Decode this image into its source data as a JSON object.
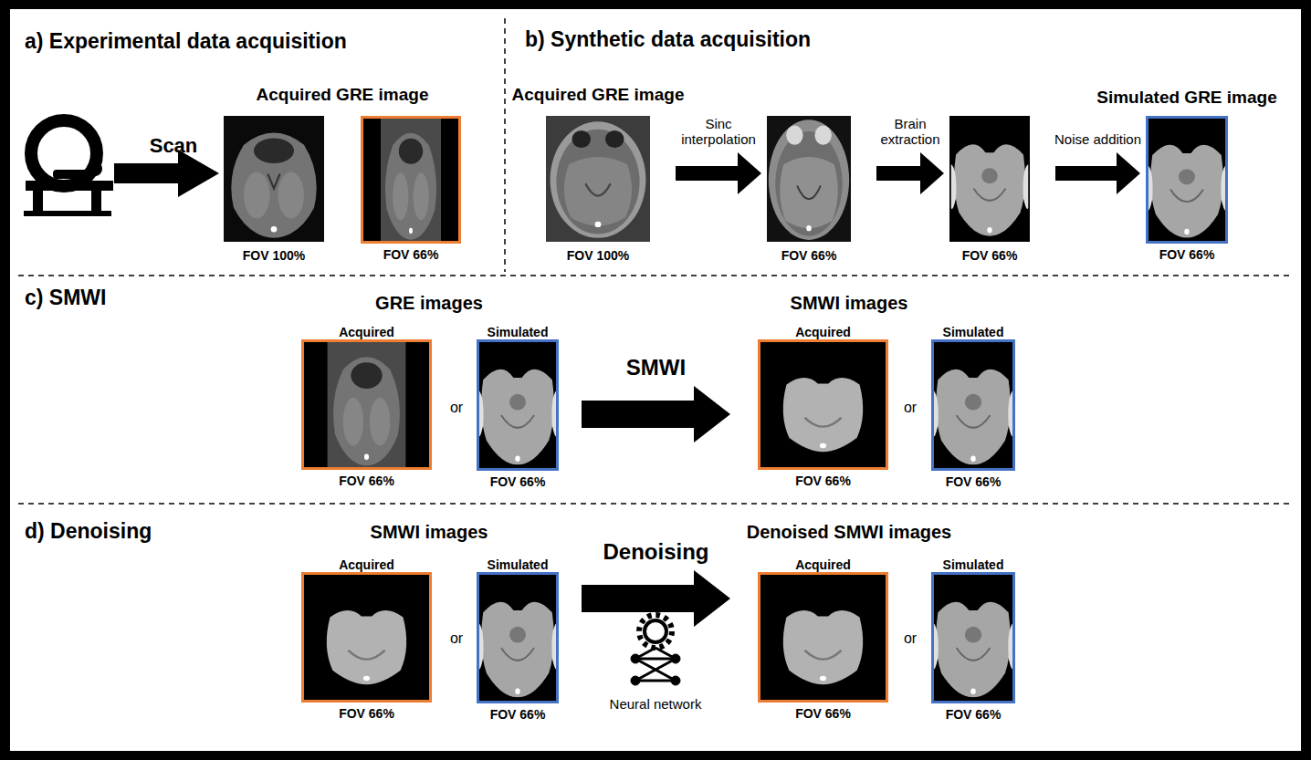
{
  "diagram": {
    "nodes": [
      {
        "text": [
          "FOV 100%"
        ]
      },
      {
        "text": [
          "FOV 66%"
        ]
      },
      {
        "text": [
          "Acquired GRE image",
          "FOV 100%"
        ]
      },
      {
        "text": [
          "FOV 66%"
        ]
      },
      {
        "text": [
          "FOV 66%"
        ]
      },
      {
        "text": [
          "Simulated GRE image",
          "FOV 66%"
        ]
      },
      {
        "text": [
          "Acquired",
          "FOV 66%"
        ]
      },
      {
        "text": [
          "Simulated",
          "FOV 66%"
        ]
      },
      {
        "text": [
          "Acquired",
          "FOV 66%"
        ]
      },
      {
        "text": [
          "Simulated",
          "FOV 66%"
        ]
      },
      {
        "text": [
          "Acquired",
          "FOV 66%"
        ]
      },
      {
        "text": [
          "Simulated",
          "FOV 66%"
        ]
      },
      {
        "text": [
          "Acquired",
          "FOV 66%"
        ]
      },
      {
        "text": [
          "Simulated",
          "FOV 66%"
        ]
      }
    ],
    "edges": [
      {
        "from": 2,
        "to": 3,
        "arrow": "to",
        "label": "Sinc interpolation"
      },
      {
        "from": 3,
        "to": 4,
        "arrow": "to",
        "label": "Brain extraction"
      },
      {
        "from": 4,
        "to": 5,
        "arrow": "to",
        "label": "Noise addition"
      },
      {
        "from": 7,
        "to": 8,
        "arrow": "to",
        "label": "SMWI"
      },
      {
        "from": 11,
        "to": 12,
        "arrow": "to",
        "label": "Denoising"
      }
    ],
    "labels": [
      "a) Experimental data acquisition",
      "Scan",
      "Acquired GRE image",
      "b) Synthetic data acquisition",
      "c) SMWI",
      "GRE images",
      "or",
      "SMWI images",
      "or",
      "d) Denoising",
      "SMWI images",
      "or",
      "Neural network",
      "Denoised SMWI images",
      "or"
    ]
  }
}
